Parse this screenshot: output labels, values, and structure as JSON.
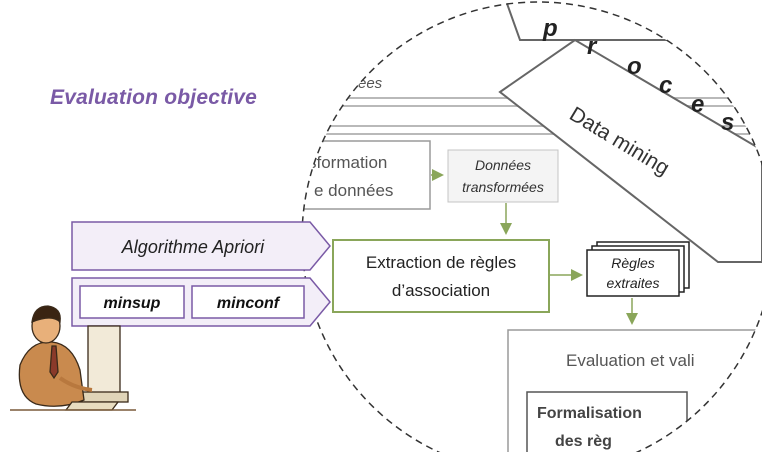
{
  "title": "Evaluation objective",
  "arrows": {
    "algorithm": "Algorithme Apriori",
    "minsup": "minsup",
    "minconf": "minconf"
  },
  "diagram": {
    "top_label": "ées",
    "transformation": [
      "sformation",
      "e données"
    ],
    "donnees": [
      "Données",
      "transformées"
    ],
    "extraction": [
      "Extraction de règles",
      "d’association"
    ],
    "regles": [
      "Règles",
      "extraites"
    ],
    "evaluation": "Evaluation et vali",
    "formalisation": [
      "Formalisation",
      "des règ"
    ],
    "data_mining": "Data mining",
    "process_letters": [
      "p",
      "r",
      "o",
      "c",
      "e",
      "s"
    ]
  },
  "colors": {
    "purple": "#7a5aa6",
    "green": "#8aa65a",
    "arrow_fill": "#f3eef8",
    "grey": "#8c8c8c"
  }
}
